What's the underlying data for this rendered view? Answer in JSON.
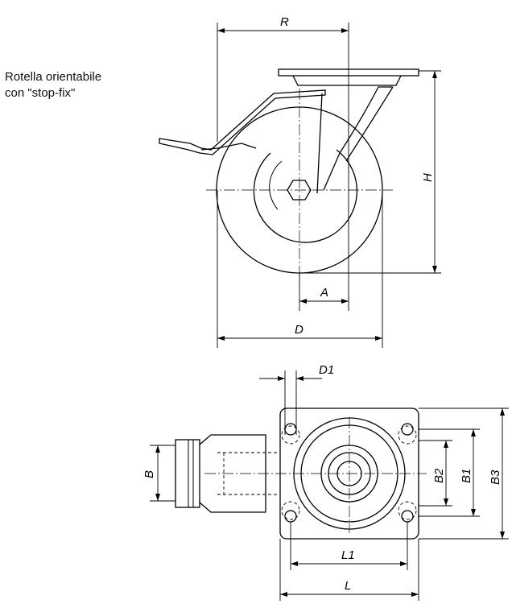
{
  "caption": {
    "line1": "Rotella orientabile",
    "line2": "con \"stop-fix\""
  },
  "dimensions": {
    "R": "R",
    "H": "H",
    "A": "A",
    "D": "D",
    "D1": "D1",
    "B": "B",
    "B1": "B1",
    "B2": "B2",
    "B3": "B3",
    "L": "L",
    "L1": "L1"
  }
}
